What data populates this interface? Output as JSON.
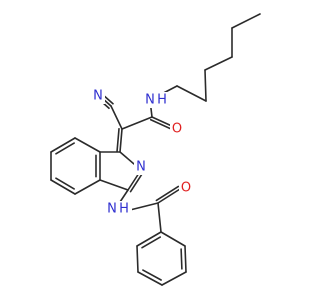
{
  "molecule": {
    "atom_colors": {
      "carbon": "#2b2b2b",
      "nitrogen": "#2f2fd0",
      "oxygen": "#e02020"
    },
    "labels": {
      "nitrile_n": "N",
      "amide_nh": "N",
      "amide_nh_h": "H",
      "amide_o": "O",
      "ring_n": "N",
      "benzamide_nh": "N",
      "benzamide_nh_h": "H",
      "benzamide_o": "O"
    }
  }
}
